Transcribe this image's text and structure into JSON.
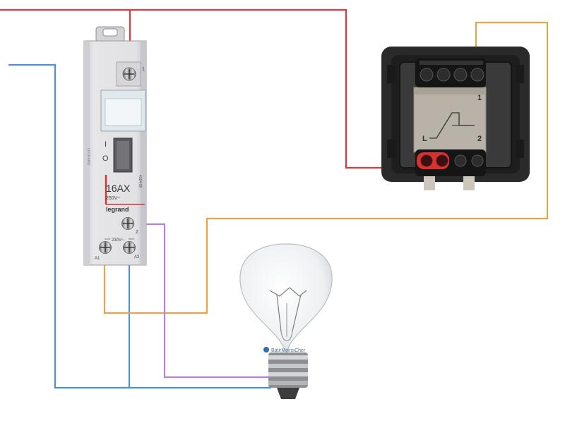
{
  "relay": {
    "rating": "16AX",
    "voltage": "250V~",
    "brand": "legrand",
    "ref": "4124 09",
    "mark_I": "I",
    "mark_O": "O",
    "coil_voltage": "230V~",
    "terminal_1": "1",
    "terminal_2": "2",
    "terminal_a1": "A1",
    "terminal_a2": "A2",
    "side_text": "LEGRAND"
  },
  "switch": {
    "terminal_1": "1",
    "terminal_2": "2",
    "terminal_L": "L"
  },
  "bulb": {
    "watermark": "BatirMoinsCher"
  },
  "colors": {
    "phase": "#e2373c",
    "neutral": "#4a8fe0",
    "return": "#e8a548",
    "lamp": "#b77fd6",
    "relay_body": "#e3e3e6",
    "switch_frame": "#2a2a2a",
    "switch_body": "#b9b2a8",
    "accent_red": "#d63232"
  }
}
